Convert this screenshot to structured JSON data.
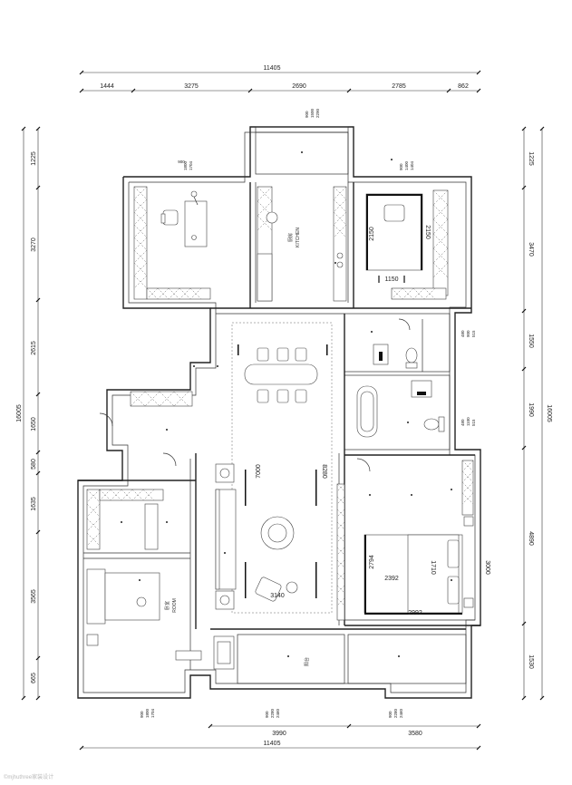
{
  "dims": {
    "top_total": "11405",
    "top_segments": [
      "1444",
      "3275",
      "2690",
      "2785",
      "862"
    ],
    "bottom_total": "11405",
    "bottom_segments": [
      "3990",
      "3580"
    ],
    "left_total": "16005",
    "left_segments": [
      "1225",
      "3270",
      "2615",
      "1650",
      "580",
      "1635",
      "3565",
      "665"
    ],
    "right_total": "16005",
    "right_segments": [
      "1225",
      "3470",
      "1550",
      "1990",
      "4890",
      "1530"
    ],
    "inner": {
      "bed_w": "2150",
      "bed_h": "2150",
      "wardrobe": "1150",
      "living_h1": "7000",
      "living_h2": "8280",
      "living_w": "3140",
      "master_h1": "2794",
      "master_w1": "2392",
      "master_h2": "1710",
      "master_h3": "3000",
      "master_w2": "2992"
    }
  },
  "window_tags": [
    {
      "h": "900",
      "w": "1500",
      "l": "2290"
    },
    {
      "h": "900",
      "w": "1800",
      "l": "1704"
    },
    {
      "h": "900",
      "w": "1400",
      "l": "1404"
    },
    {
      "h": "480",
      "w": "900",
      "l": "515"
    },
    {
      "h": "480",
      "w": "1100",
      "l": "515"
    },
    {
      "h": "900",
      "w": "1800",
      "l": "1704"
    },
    {
      "h": "900",
      "w": "2280",
      "l": "2460"
    },
    {
      "h": "900",
      "w": "2280",
      "l": "2460"
    }
  ],
  "tag_keys": [
    "D",
    "H",
    "W"
  ],
  "rooms": {
    "kitchen": "厨房",
    "kitchen_en": "KITCHEN",
    "bedroom": "卧室",
    "bedroom_en": "ROOM",
    "balcony": "阳台"
  },
  "watermark": "©mjhuthree家装设计"
}
